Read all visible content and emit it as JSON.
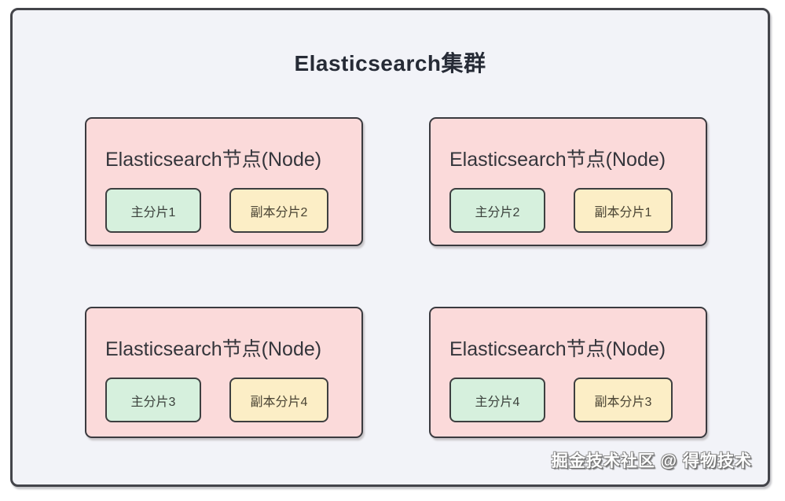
{
  "diagram": {
    "title": "Elasticsearch集群",
    "watermark": "掘金技术社区 @ 得物技术",
    "nodes": [
      {
        "title": "Elasticsearch节点(Node)",
        "primary_shard": "主分片1",
        "replica_shard": "副本分片2"
      },
      {
        "title": "Elasticsearch节点(Node)",
        "primary_shard": "主分片2",
        "replica_shard": "副本分片1"
      },
      {
        "title": "Elasticsearch节点(Node)",
        "primary_shard": "主分片3",
        "replica_shard": "副本分片4"
      },
      {
        "title": "Elasticsearch节点(Node)",
        "primary_shard": "主分片4",
        "replica_shard": "副本分片3"
      }
    ],
    "colors": {
      "canvas_background": "#f2f3f8",
      "node_background": "#fbdada",
      "node_border": "#3a3a3f",
      "primary_shard_background": "#d6f0dd",
      "replica_shard_background": "#fceec6",
      "border_dark": "#43444a",
      "title_text": "#262b36",
      "watermark_text": "#ffffff"
    }
  }
}
